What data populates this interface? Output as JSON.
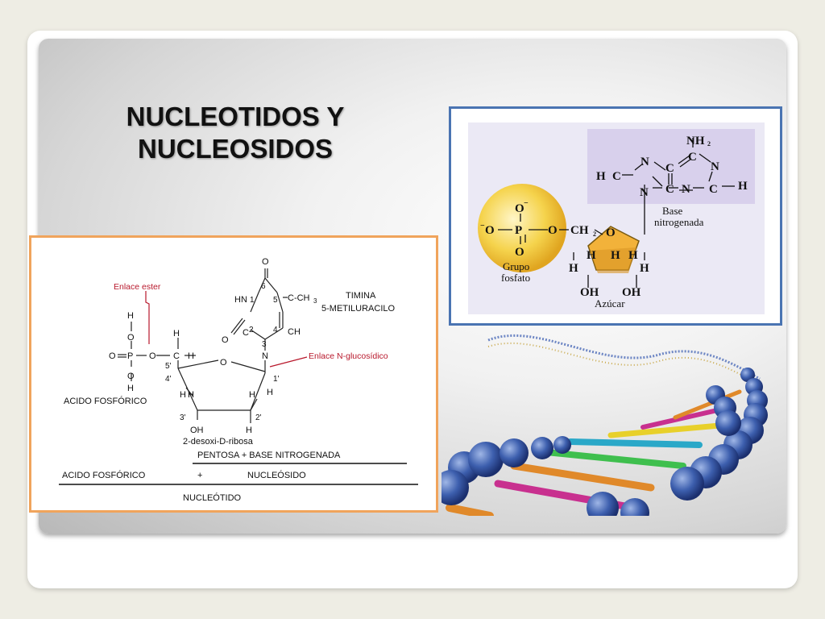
{
  "slide": {
    "title_line1": "NUCLEOTIDOS Y",
    "title_line2": "NUCLEOSIDOS"
  },
  "colors": {
    "left_frame": "#f0a45c",
    "right_frame": "#4a74b2",
    "annotation": "#b8182c",
    "sugar": "#f2b23a",
    "phosphate": "#f5d34c",
    "base_bg": "#d8d0ec"
  },
  "left_figure": {
    "enlace_ester": "Enlace ester",
    "enlace_n": "Enlace N-glucosídico",
    "timina": "TIMINA",
    "metiluracilo": "5-METILURACILO",
    "acido": "ACIDO FOSFÓRICO",
    "desoxi": "2-desoxi-D-ribosa",
    "pentosa": "PENTOSA + BASE NITROGENADA",
    "acido2": "ACIDO FOSFÓRICO",
    "plus": "+",
    "nucleosido": "NUCLEÓSIDO",
    "nucleotido": "NUCLEÓTIDO",
    "atoms": {
      "H": "H",
      "O": "O",
      "C": "C",
      "N": "N",
      "P": "P",
      "HN": "HN",
      "CH": "CH",
      "OH": "OH",
      "CCH3": "C-CH",
      "sub3": "3",
      "n6": "6",
      "n1": "1",
      "n5": "5",
      "n2": "2",
      "n4": "4",
      "n3": "3",
      "p5": "5'",
      "p4": "4'",
      "p1": "1'",
      "p3": "3'",
      "p2": "2'"
    }
  },
  "right_figure": {
    "base_label_1": "Base",
    "base_label_2": "nitrogenada",
    "grupo": "Grupo",
    "fosfato": "fosfato",
    "azucar": "Azúcar",
    "atoms": {
      "NH": "NH",
      "sub2": "2",
      "C": "C",
      "N": "N",
      "H": "H",
      "O": "O",
      "P": "P",
      "CH": "CH",
      "OH": "OH",
      "minus": "−"
    }
  }
}
